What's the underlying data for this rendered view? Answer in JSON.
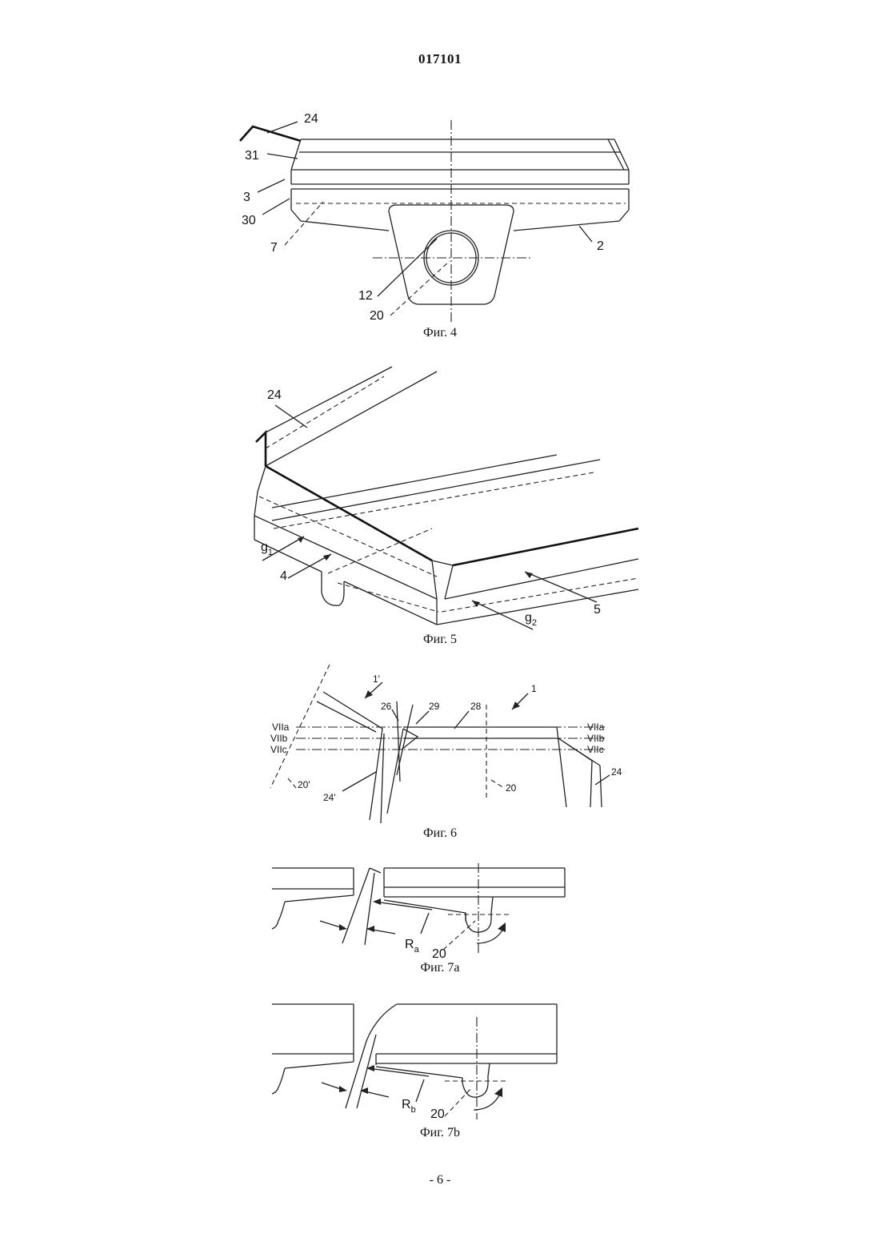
{
  "header": {
    "doc_number": "017101"
  },
  "footer": {
    "page_number": "- 6 -"
  },
  "figures": {
    "fig4": {
      "caption": "Фиг. 4",
      "labels": {
        "l24": "24",
        "l31": "31",
        "l3": "3",
        "l30": "30",
        "l7": "7",
        "l2": "2",
        "l12": "12",
        "l20": "20"
      }
    },
    "fig5": {
      "caption": "Фиг. 5",
      "labels": {
        "l24": "24",
        "g1": "g",
        "g1_sub": "1",
        "l4": "4",
        "g2": "g",
        "g2_sub": "2",
        "l5": "5"
      }
    },
    "fig6": {
      "caption": "Фиг. 6",
      "labels": {
        "l1p": "1'",
        "l1": "1",
        "l26": "26",
        "l29": "29",
        "l28": "28",
        "VIIa_left": "VIIa",
        "VIIb_left": "VIIb",
        "VIIc_left": "VIIc",
        "VIIa_right": "VIIa",
        "VIIb_right": "VIIb",
        "VIIc_right": "VIIc",
        "l24": "24",
        "l24p": "24'",
        "l20": "20",
        "l20p": "20'"
      }
    },
    "fig7a": {
      "caption": "Фиг. 7a",
      "labels": {
        "R": "R",
        "R_sub": "a",
        "l20": "20"
      }
    },
    "fig7b": {
      "caption": "Фиг. 7b",
      "labels": {
        "R": "R",
        "R_sub": "b",
        "l20": "20"
      }
    }
  }
}
